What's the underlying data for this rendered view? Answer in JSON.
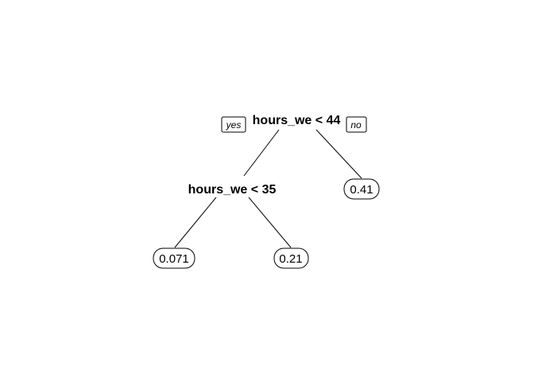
{
  "tree": {
    "root": {
      "label": "hours_we < 44",
      "yes_label": "yes",
      "no_label": "no"
    },
    "inner": {
      "label": "hours_we < 35"
    },
    "leaves": [
      {
        "label": "0.071"
      },
      {
        "label": "0.21"
      },
      {
        "label": "0.41"
      }
    ]
  }
}
